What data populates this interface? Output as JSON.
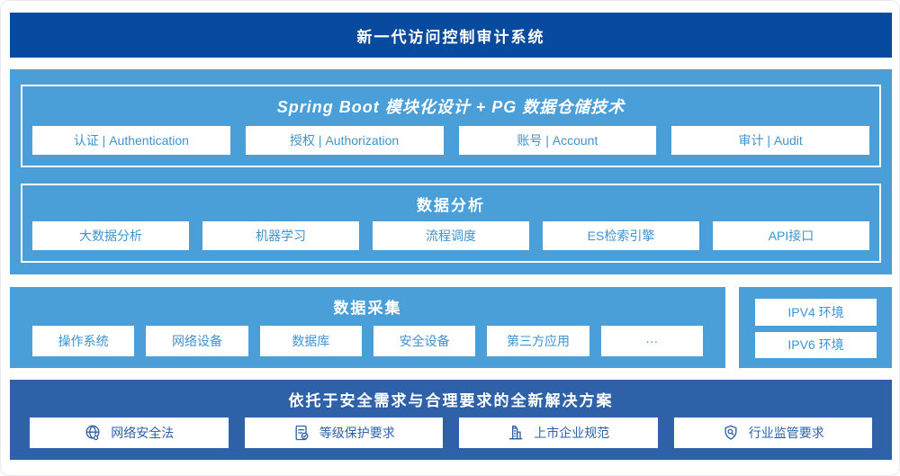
{
  "colors": {
    "navy": "#084a9d",
    "sky_blue": "#4a9fd8",
    "solution_blue": "#2e61a8",
    "box_text_blue": "#3e93d1",
    "box_bg": "#ffffff"
  },
  "header": {
    "title": "新一代访问控制审计系统"
  },
  "platform": {
    "springboot": {
      "title": "Spring Boot 模块化设计 + PG 数据仓储技术",
      "items": [
        {
          "label": "认证 | Authentication"
        },
        {
          "label": "授权 | Authorization"
        },
        {
          "label": "账号 | Account"
        },
        {
          "label": "审计 | Audit"
        }
      ]
    },
    "analysis": {
      "title": "数据分析",
      "items": [
        "大数据分析",
        "机器学习",
        "流程调度",
        "ES检索引擎",
        "API接口"
      ]
    }
  },
  "collection": {
    "title": "数据采集",
    "items": [
      "操作系统",
      "网络设备",
      "数据库",
      "安全设备",
      "第三方应用",
      "···"
    ]
  },
  "environments": {
    "items": [
      "IPV4 环境",
      "IPV6 环境"
    ]
  },
  "solution": {
    "title": "依托于安全需求与合理要求的全新解决方案",
    "items": [
      {
        "icon": "globe-icon",
        "label": "网络安全法"
      },
      {
        "icon": "document-check-icon",
        "label": "等级保护要求"
      },
      {
        "icon": "building-icon",
        "label": "上市企业规范"
      },
      {
        "icon": "shield-search-icon",
        "label": "行业监管要求"
      }
    ]
  }
}
